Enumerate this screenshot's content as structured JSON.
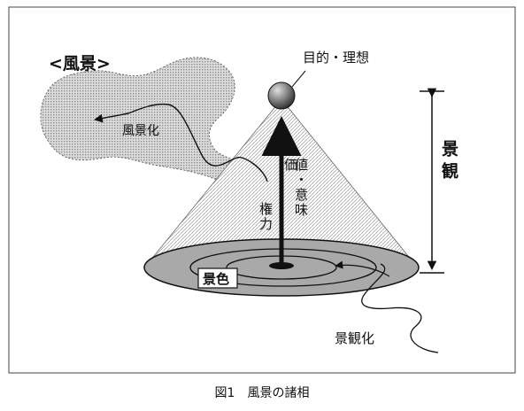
{
  "labels": {
    "fukei_heading": "<風景>",
    "fukeika": "風景化",
    "goal": "目的・理想",
    "value_col1": "価",
    "value_col2": "値・意味",
    "power": "権力",
    "keishiki": "景色",
    "keikan": "景観",
    "keikanka": "景観化"
  },
  "caption": "図1　風景の諸相",
  "colors": {
    "ink": "#111111",
    "disk_fill": "#a9a9a9",
    "cloud_fill": "#cfcfcf",
    "cone_hatch": "#9a9a9a",
    "sphere_light": "#e0e0e0",
    "sphere_dark": "#2b2b2b"
  }
}
